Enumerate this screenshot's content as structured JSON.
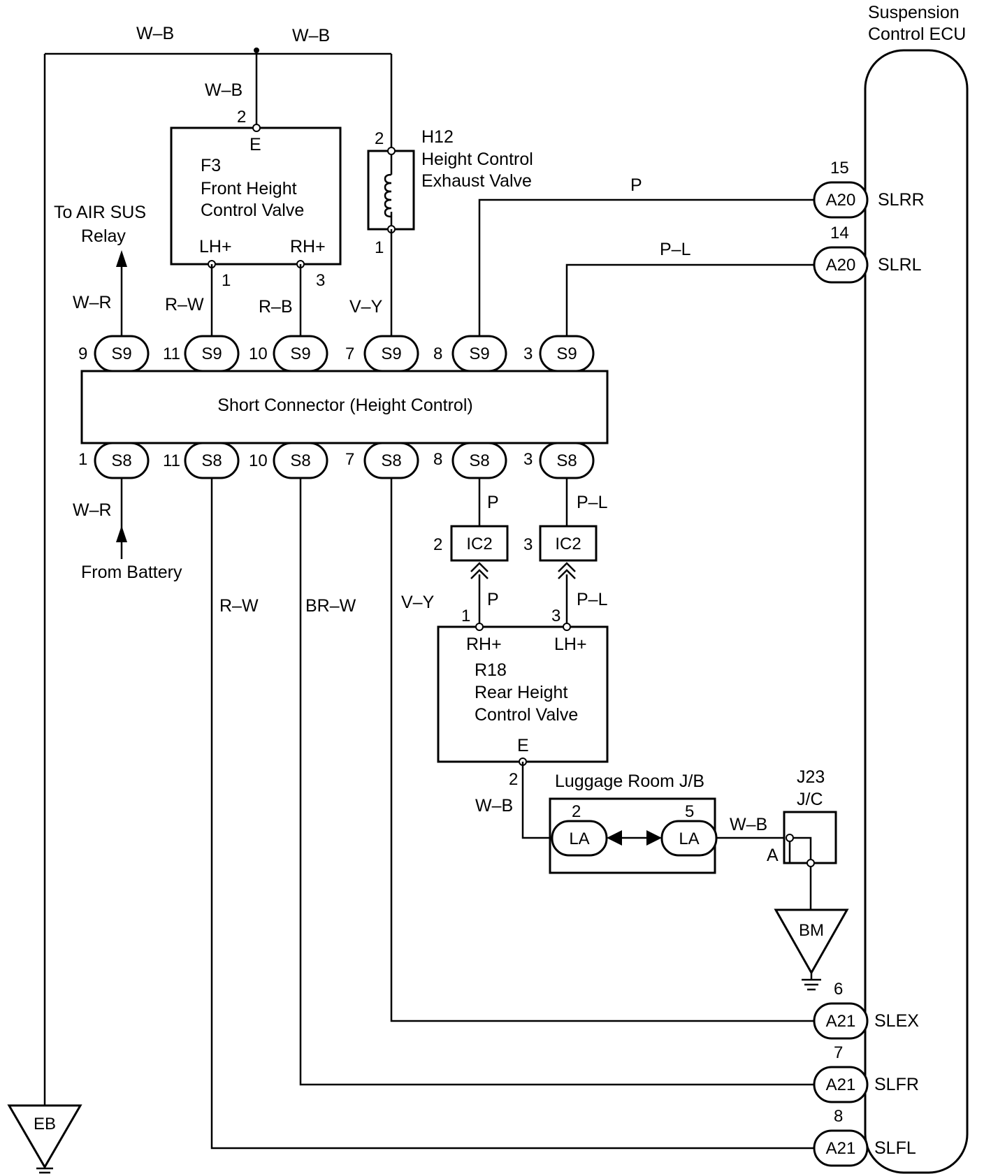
{
  "ecu": {
    "title_line1": "Suspension",
    "title_line2": "Control ECU"
  },
  "wires": {
    "top_wb_left": "W–B",
    "top_wb_right": "W–B",
    "f3_feed": "W–B",
    "relay": "W–R",
    "f3_lh": "R–W",
    "f3_rh": "R–B",
    "h12": "V–Y",
    "slrr": "P",
    "slrl": "P–L",
    "s8_battery": "W–R",
    "s8_11": "R–W",
    "s8_10": "BR–W",
    "s8_7": "V–Y",
    "s8_8": "P",
    "s8_3": "P–L",
    "ic2a_r18": "P",
    "ic2b_r18": "P–L",
    "r18_ground": "W–B",
    "la_j23": "W–B"
  },
  "f3": {
    "code": "F3",
    "name_line1": "Front Height",
    "name_line2": "Control Valve",
    "pin_e": "E",
    "pin_lh": "LH+",
    "pin_rh": "RH+",
    "pin2": "2",
    "pin1": "1",
    "pin3": "3"
  },
  "h12": {
    "code": "H12",
    "name_line1": "Height Control",
    "name_line2": "Exhaust Valve",
    "pin2": "2",
    "pin1": "1"
  },
  "relay_label": {
    "line1": "To AIR SUS",
    "line2": "Relay"
  },
  "battery_label": "From Battery",
  "short_connector": "Short Connector (Height Control)",
  "s9": [
    {
      "pin": "9",
      "label": "S9"
    },
    {
      "pin": "11",
      "label": "S9"
    },
    {
      "pin": "10",
      "label": "S9"
    },
    {
      "pin": "7",
      "label": "S9"
    },
    {
      "pin": "8",
      "label": "S9"
    },
    {
      "pin": "3",
      "label": "S9"
    }
  ],
  "s8": [
    {
      "pin": "1",
      "label": "S8"
    },
    {
      "pin": "11",
      "label": "S8"
    },
    {
      "pin": "10",
      "label": "S8"
    },
    {
      "pin": "7",
      "label": "S8"
    },
    {
      "pin": "8",
      "label": "S8"
    },
    {
      "pin": "3",
      "label": "S8"
    }
  ],
  "ic2": [
    {
      "pin": "2",
      "label": "IC2"
    },
    {
      "pin": "3",
      "label": "IC2"
    }
  ],
  "r18": {
    "code": "R18",
    "name_line1": "Rear Height",
    "name_line2": "Control Valve",
    "pin_rh": "RH+",
    "pin_lh": "LH+",
    "pin_e": "E",
    "pin1": "1",
    "pin3": "3",
    "pin2": "2"
  },
  "luggage": {
    "title": "Luggage Room J/B",
    "left": {
      "pin": "2",
      "label": "LA"
    },
    "right": {
      "pin": "5",
      "label": "LA"
    }
  },
  "j23": {
    "line1": "J23",
    "line2": "J/C",
    "pin": "A"
  },
  "grounds": {
    "bm": "BM",
    "eb": "EB"
  },
  "ecu_pins": [
    {
      "num": "15",
      "conn": "A20",
      "name": "SLRR"
    },
    {
      "num": "14",
      "conn": "A20",
      "name": "SLRL"
    },
    {
      "num": "6",
      "conn": "A21",
      "name": "SLEX"
    },
    {
      "num": "7",
      "conn": "A21",
      "name": "SLFR"
    },
    {
      "num": "8",
      "conn": "A21",
      "name": "SLFL"
    }
  ]
}
